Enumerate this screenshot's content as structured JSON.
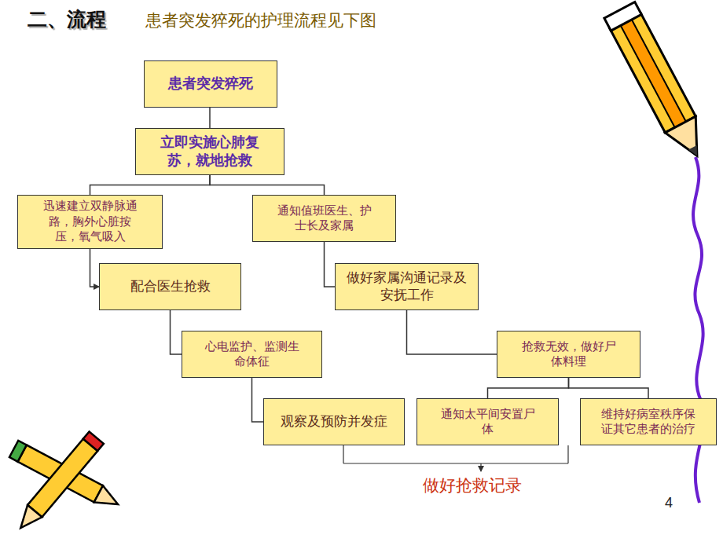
{
  "diagram": {
    "title": "二、流程",
    "nodes": [
      {
        "text": [
          "患者突发猝死"
        ]
      },
      {
        "text": [
          "立即实施心肺复苏，就地抢救"
        ]
      },
      {
        "text": [
          "迅速建立双静脉通路，胸外心脏按压，氧气吸入"
        ]
      },
      {
        "text": [
          "通知值班医生、护士长及家属"
        ]
      },
      {
        "text": [
          "配合医生抢救"
        ]
      },
      {
        "text": [
          "做好家属沟通记录及安抚工作"
        ]
      },
      {
        "text": [
          "心电监护、监测生命体征"
        ]
      },
      {
        "text": [
          "抢救无效，做好尸体料理"
        ]
      },
      {
        "text": [
          "观察及预防并发症"
        ]
      },
      {
        "text": [
          "通知太平间安置尸体"
        ]
      },
      {
        "text": [
          "维持好病室秩序保证其它患者的治疗"
        ]
      }
    ],
    "edges": [
      {
        "from": 0,
        "to": 1,
        "arrow": "none"
      },
      {
        "from": 1,
        "to": 2,
        "arrow": "none"
      },
      {
        "from": 1,
        "to": 3,
        "arrow": "none"
      },
      {
        "from": 2,
        "to": 4,
        "arrow": "to"
      },
      {
        "from": 3,
        "to": 5,
        "arrow": "none"
      },
      {
        "from": 4,
        "to": 6,
        "arrow": "none"
      },
      {
        "from": 5,
        "to": 7,
        "arrow": "none"
      },
      {
        "from": 6,
        "to": 8,
        "arrow": "none"
      },
      {
        "from": 7,
        "to": 9,
        "arrow": "none"
      },
      {
        "from": 7,
        "to": 10,
        "arrow": "none"
      }
    ],
    "labels": [
      "患者突发猝死的护理流程见下图",
      "做好抢救记录",
      "4"
    ]
  }
}
